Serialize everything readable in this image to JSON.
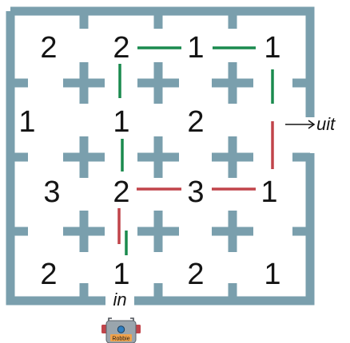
{
  "grid": {
    "rows": [
      [
        "2",
        "2",
        "1",
        "1"
      ],
      [
        "1",
        "1",
        "2",
        ""
      ],
      [
        "3",
        "2",
        "3",
        "1"
      ],
      [
        "2",
        "1",
        "2",
        "1"
      ]
    ]
  },
  "labels": {
    "entrance": "in",
    "exit": "uit",
    "robot": "Robbie"
  },
  "colors": {
    "wall": "#7a9fad",
    "green_path": "#1a8a4e",
    "red_path": "#c1444a",
    "text": "#141414",
    "robot_body": "#9aa5ad",
    "robot_eye": "#2f7fc1",
    "robot_plate": "#f0a24a"
  },
  "icons": {
    "robot": "robot-icon",
    "exit_arrow": "arrow-right-icon"
  }
}
